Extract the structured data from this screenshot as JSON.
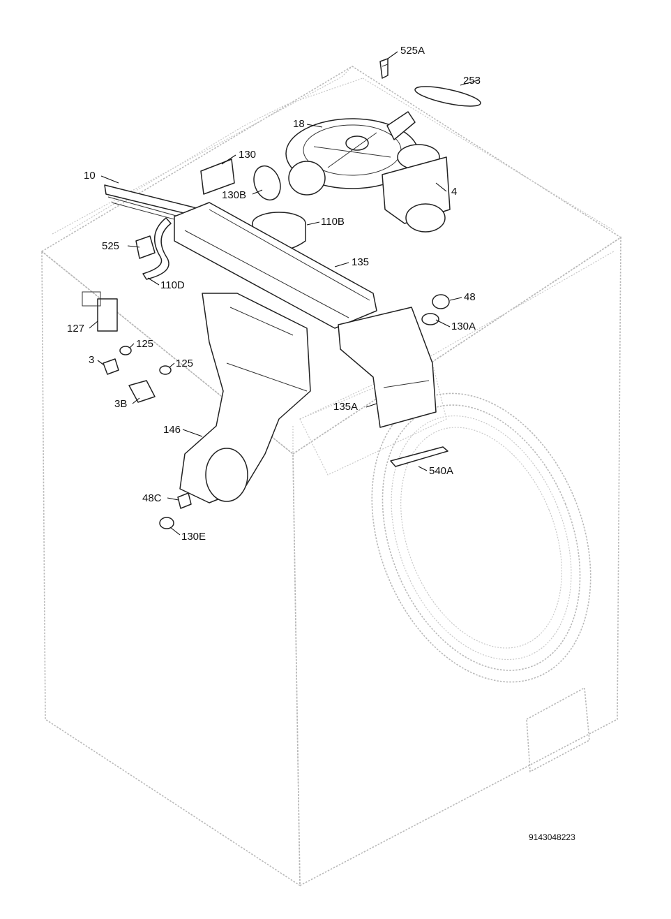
{
  "diagram": {
    "document_code": "9143048223",
    "callouts": [
      {
        "id": "525a",
        "label": "525A"
      },
      {
        "id": "253",
        "label": "253"
      },
      {
        "id": "18",
        "label": "18"
      },
      {
        "id": "130",
        "label": "130"
      },
      {
        "id": "10",
        "label": "10"
      },
      {
        "id": "130b",
        "label": "130B"
      },
      {
        "id": "4",
        "label": "4"
      },
      {
        "id": "110b",
        "label": "110B"
      },
      {
        "id": "525",
        "label": "525"
      },
      {
        "id": "135",
        "label": "135"
      },
      {
        "id": "110d",
        "label": "110D"
      },
      {
        "id": "48",
        "label": "48"
      },
      {
        "id": "127",
        "label": "127"
      },
      {
        "id": "130a",
        "label": "130A"
      },
      {
        "id": "125a",
        "label": "125"
      },
      {
        "id": "3",
        "label": "3"
      },
      {
        "id": "125b",
        "label": "125"
      },
      {
        "id": "3b",
        "label": "3B"
      },
      {
        "id": "135a",
        "label": "135A"
      },
      {
        "id": "146",
        "label": "146"
      },
      {
        "id": "540a",
        "label": "540A"
      },
      {
        "id": "48c",
        "label": "48C"
      },
      {
        "id": "130e",
        "label": "130E"
      }
    ]
  }
}
